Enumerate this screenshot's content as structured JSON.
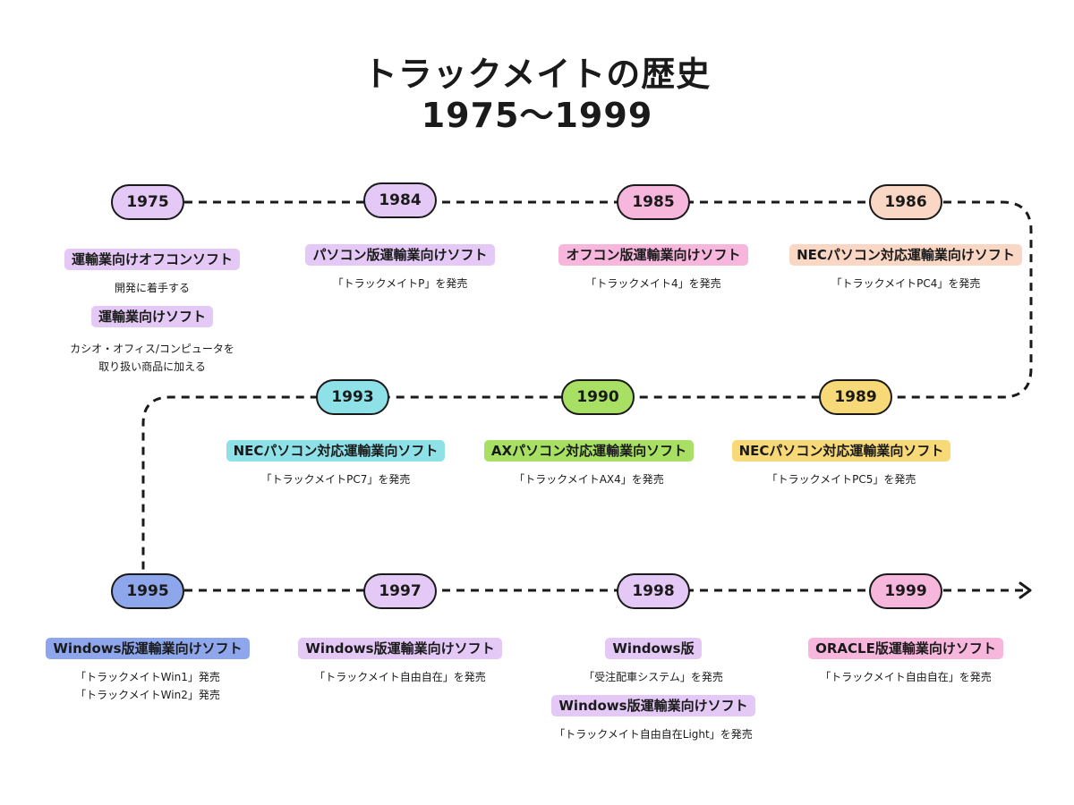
{
  "header": {
    "title": "トラックメイトの歴史",
    "subtitle": "1975〜1999"
  },
  "colors": {
    "line": "#1a1a1a",
    "lavender": "#e4c9f6",
    "pink": "#f7b6dc",
    "peach": "#f9d7c4",
    "cyan": "#8ee1e6",
    "lime": "#a8e063",
    "yellow": "#f8d977",
    "blue": "#8ea7ec"
  },
  "timeline": {
    "row1": {
      "y1975": "1975",
      "y1984": "1984",
      "y1985": "1985",
      "y1986": "1986",
      "e1975": {
        "tag1": "運輸業向けオフコンソフト",
        "desc1": "開発に着手する",
        "tag2": "運輸業向けソフト",
        "desc2a": "カシオ・オフィス/コンピュータを",
        "desc2b": "取り扱い商品に加える"
      },
      "e1984": {
        "tag": "パソコン版運輸業向けソフト",
        "desc": "「トラックメイトP」を発売"
      },
      "e1985": {
        "tag": "オフコン版運輸業向けソフト",
        "desc": "「トラックメイト4」を発売"
      },
      "e1986": {
        "tag": "NECパソコン対応運輸業向けソフト",
        "desc": "「トラックメイトPC4」を発売"
      }
    },
    "row2": {
      "y1993": "1993",
      "y1990": "1990",
      "y1989": "1989",
      "e1993": {
        "tag": "NECパソコン対応運輸業向ソフト",
        "desc": "「トラックメイトPC7」を発売"
      },
      "e1990": {
        "tag": "AXパソコン対応運輸業向ソフト",
        "desc": "「トラックメイトAX4」を発売"
      },
      "e1989": {
        "tag": "NECパソコン対応運輸業向ソフト",
        "desc": "「トラックメイトPC5」を発売"
      }
    },
    "row3": {
      "y1995": "1995",
      "y1997": "1997",
      "y1998": "1998",
      "y1999": "1999",
      "e1995": {
        "tag": "Windows版運輸業向けソフト",
        "desc1": "「トラックメイトWin1」発売",
        "desc2": "「トラックメイトWin2」発売"
      },
      "e1997": {
        "tag": "Windows版運輸業向けソフト",
        "desc": "「トラックメイト自由自在」を発売"
      },
      "e1998": {
        "tag1": "Windows版",
        "desc1": "「受注配車システム」を発売",
        "tag2": "Windows版運輸業向けソフト",
        "desc2": "「トラックメイト自由自在Light」を発売"
      },
      "e1999": {
        "tag": "ORACLE版運輸業向けソフト",
        "desc": "「トラックメイト自由自在」を発売"
      }
    }
  }
}
